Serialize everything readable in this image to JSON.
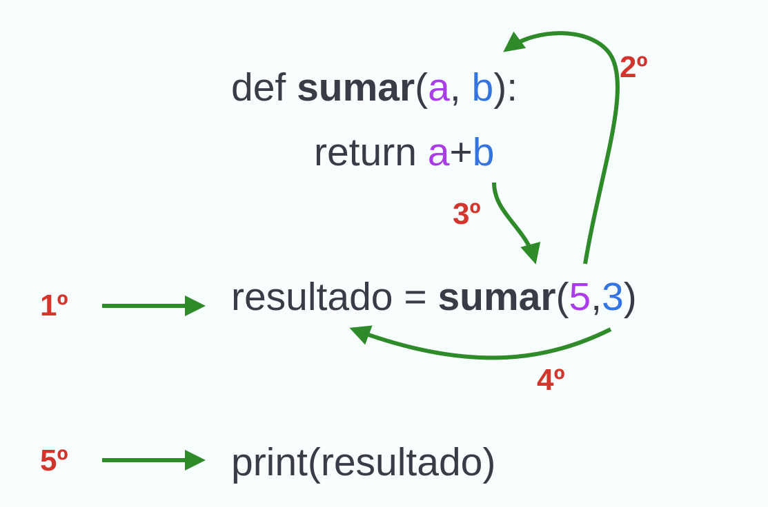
{
  "code": {
    "def_line": {
      "kw": "def ",
      "fn": "sumar",
      "open": "(",
      "a": "a",
      "sep": ", ",
      "b": "b",
      "close": "):"
    },
    "return_line": {
      "kw": "return ",
      "a": "a",
      "op": "+",
      "b": "b"
    },
    "call_line": {
      "lhs": "resultado = ",
      "fn": "sumar",
      "open": "(",
      "a": "5",
      "sep": ",",
      "b": "3",
      "close": ")"
    },
    "print_line": "print(resultado)"
  },
  "steps": [
    "1º",
    "2º",
    "3º",
    "4º",
    "5º"
  ],
  "colors": {
    "text": "#383c46",
    "param_a": "#a93ee8",
    "param_b": "#3474e0",
    "step": "#d2352b",
    "arrow": "#2f8a2a"
  }
}
